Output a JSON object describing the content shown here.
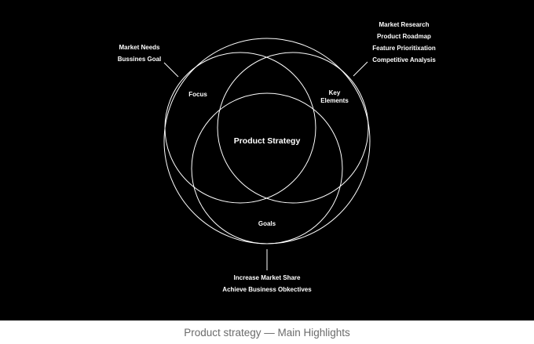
{
  "diagram": {
    "center_label": "Product Strategy",
    "focus_label": "Focus",
    "key_elements_label": [
      "Key",
      "Elements"
    ],
    "goals_label": "Goals",
    "left_notes": [
      "Market Needs",
      "Bussines Goal"
    ],
    "right_notes": [
      "Market Research",
      "Product Roadmap",
      "Feature Prioritixation",
      "Competitive Analysis"
    ],
    "bottom_notes": [
      "Increase Market Share",
      "Achieve Business Obkectives"
    ]
  },
  "caption": "Product strategy — Main Highlights",
  "colors": {
    "background": "#000000",
    "line": "#ffffff",
    "caption_text": "#6b6b6b"
  }
}
